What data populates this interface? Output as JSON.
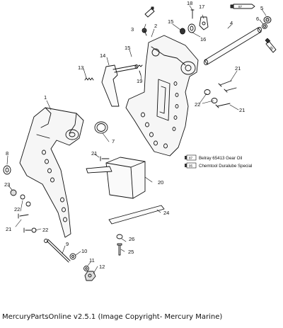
{
  "callouts": {
    "c1": "1",
    "c2": "2",
    "c3": "3",
    "c4": "4",
    "c5": "5",
    "c6": "6",
    "c7": "7",
    "c8": "8",
    "c9": "9",
    "c10": "10",
    "c11": "11",
    "c12": "12",
    "c13": "13",
    "c14": "14",
    "c15a": "15",
    "c15b": "15",
    "c16": "16",
    "c17": "17",
    "c18": "18",
    "c19": "19",
    "c20": "20",
    "c21a": "21",
    "c21b": "21",
    "c21c": "21",
    "c21d": "21",
    "c22a": "22",
    "c22b": "22",
    "c22c": "22",
    "c23": "23",
    "c24": "24",
    "c25": "25",
    "c26": "26"
  },
  "tubes": {
    "top_code": "87",
    "side_code": "95"
  },
  "legend": [
    {
      "code": "87",
      "label": "Belray 65413 Gear Oil"
    },
    {
      "code": "95",
      "label": "Chemtool Duralube Special"
    }
  ],
  "caption": "MercuryPartsOnline v2.5.1 (Image Copyright- Mercury Marine)"
}
